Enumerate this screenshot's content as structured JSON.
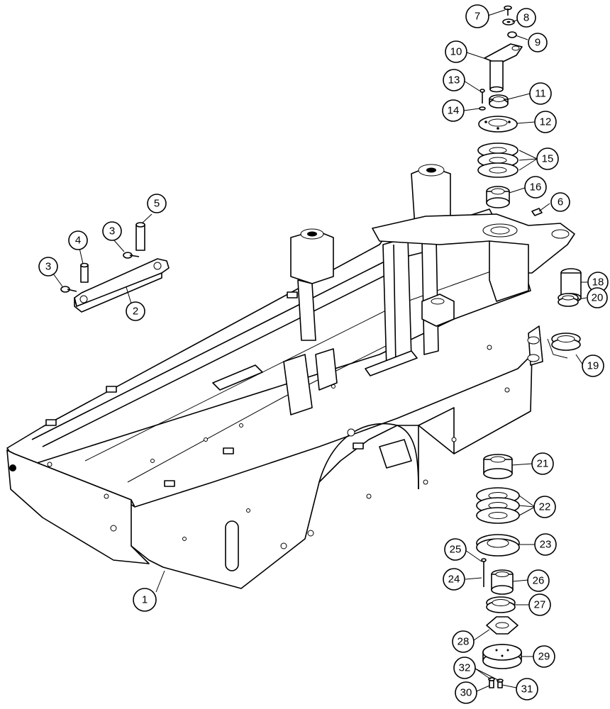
{
  "diagram": {
    "type": "exploded-parts-view",
    "callouts": [
      "1",
      "2",
      "3",
      "3",
      "4",
      "5",
      "6",
      "7",
      "8",
      "9",
      "10",
      "11",
      "12",
      "13",
      "14",
      "15",
      "16",
      "18",
      "19",
      "20",
      "21",
      "22",
      "23",
      "24",
      "25",
      "26",
      "27",
      "28",
      "29",
      "30",
      "31",
      "32"
    ]
  }
}
